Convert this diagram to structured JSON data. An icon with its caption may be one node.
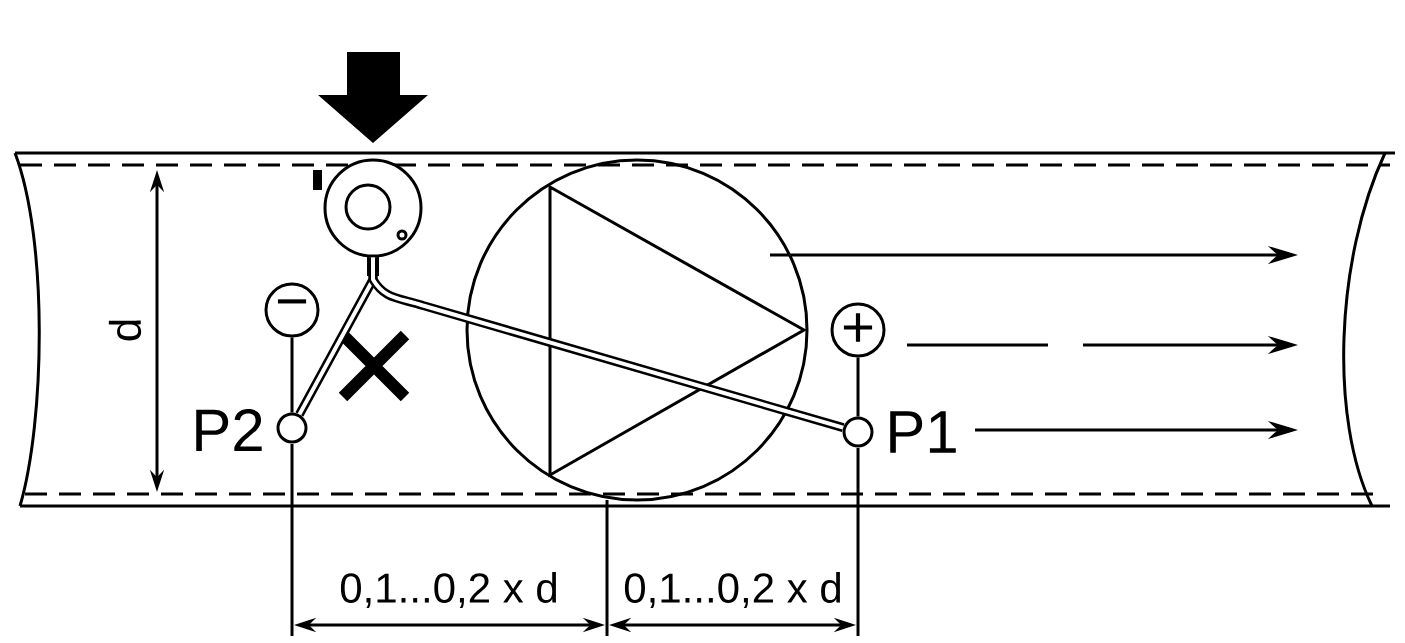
{
  "diagram": {
    "nodes": [
      {
        "text": [],
        "shape": "circle"
      },
      {
        "text": [],
        "shape": "circle",
        "beside": [
          "P2"
        ]
      },
      {
        "text": [],
        "shape": "circle",
        "beside": [
          "P1"
        ]
      },
      {
        "text": [
          "−"
        ]
      },
      {
        "text": [
          "+"
        ]
      }
    ],
    "edges": [
      {
        "from": 0,
        "to": 1,
        "arrow": "none",
        "style": "thick"
      },
      {
        "from": 0,
        "to": 2,
        "arrow": "none",
        "style": "thick"
      },
      {
        "from": 3,
        "to": 1,
        "arrow": "none"
      },
      {
        "from": 4,
        "to": 2,
        "arrow": "none"
      }
    ],
    "labels": [
      "d",
      "0,1...0,2 x d",
      "0,1...0,2 x d"
    ]
  }
}
